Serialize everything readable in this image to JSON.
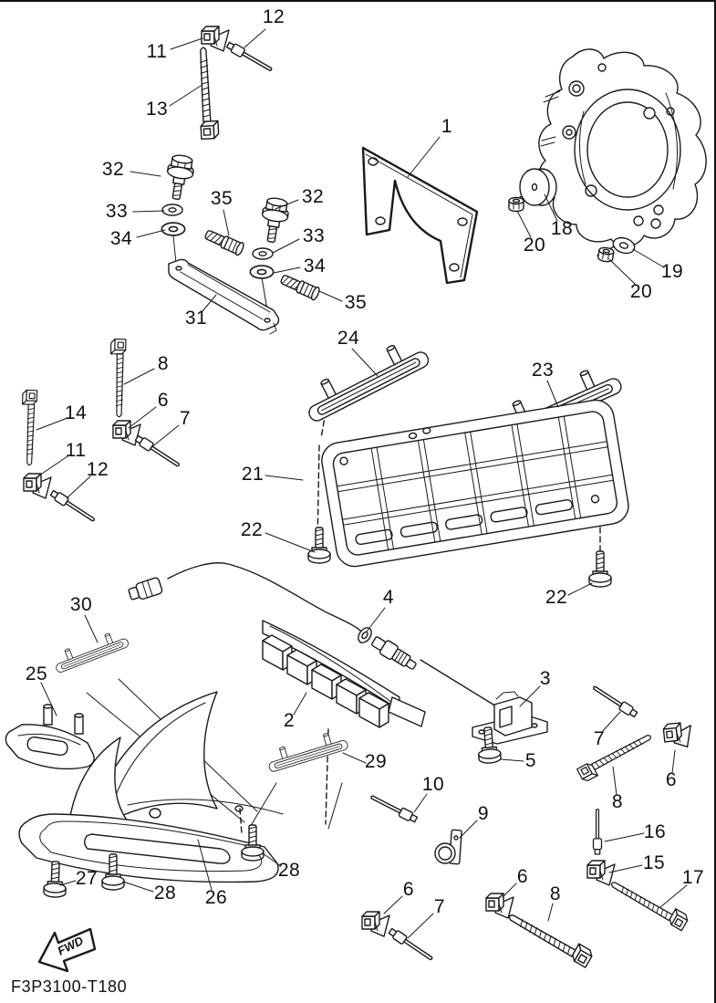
{
  "page": {
    "background": "#ffffff",
    "ink": "#1a1a1a",
    "description_visible_text_only": true
  },
  "footer": {
    "diagram_code": "F3P3100-T180"
  },
  "fwd_marker": {
    "label": "FWD"
  },
  "callouts": [
    "12",
    "11",
    "13",
    "32",
    "33",
    "34",
    "35",
    "32",
    "33",
    "34",
    "35",
    "31",
    "1",
    "18",
    "20",
    "19",
    "20",
    "24",
    "23",
    "8",
    "14",
    "6",
    "7",
    "11",
    "12",
    "21",
    "22",
    "22",
    "30",
    "4",
    "25",
    "2",
    "3",
    "5",
    "29",
    "7",
    "6",
    "8",
    "10",
    "9",
    "16",
    "15",
    "17",
    "27",
    "28",
    "26",
    "28",
    "6",
    "7",
    "6",
    "8"
  ]
}
